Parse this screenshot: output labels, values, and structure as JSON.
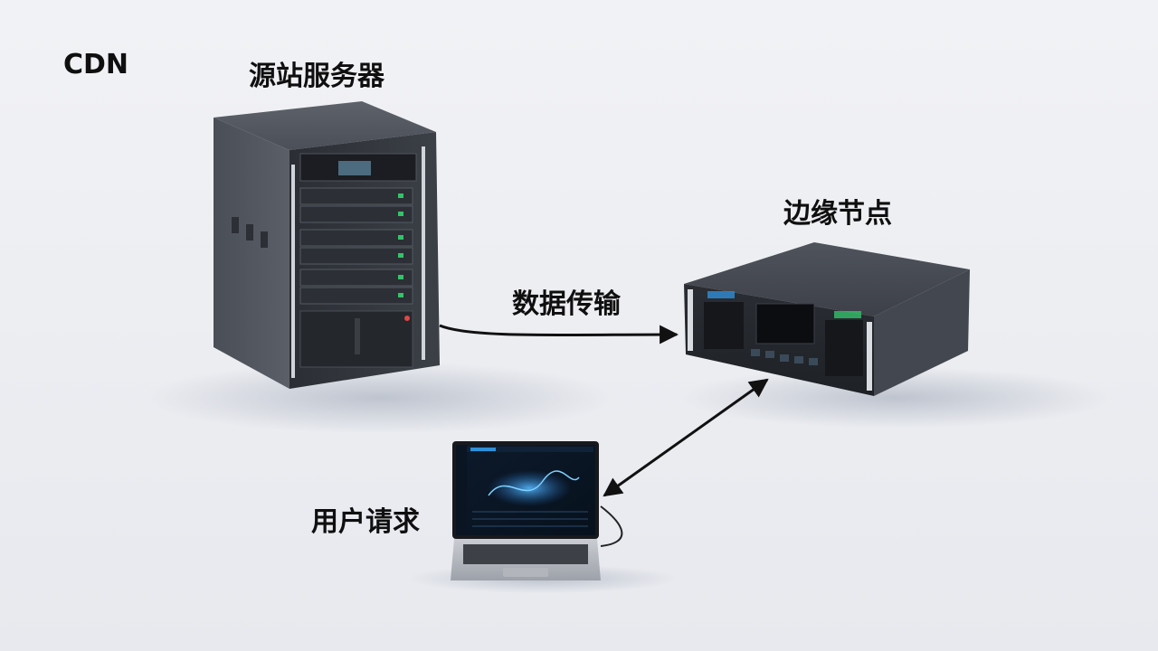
{
  "title": "CDN",
  "nodes": {
    "origin_server": "源站服务器",
    "edge_node": "边缘节点",
    "user_request": "用户请求"
  },
  "connections": {
    "data_transfer": "数据传输"
  },
  "colors": {
    "background": "#eef0f4",
    "text": "#0f0f0f",
    "server_body": "#3a3e45",
    "server_dark": "#1f2228",
    "arrow": "#111111",
    "screen_accent": "#2f8fd8",
    "led_green": "#35c26a"
  }
}
